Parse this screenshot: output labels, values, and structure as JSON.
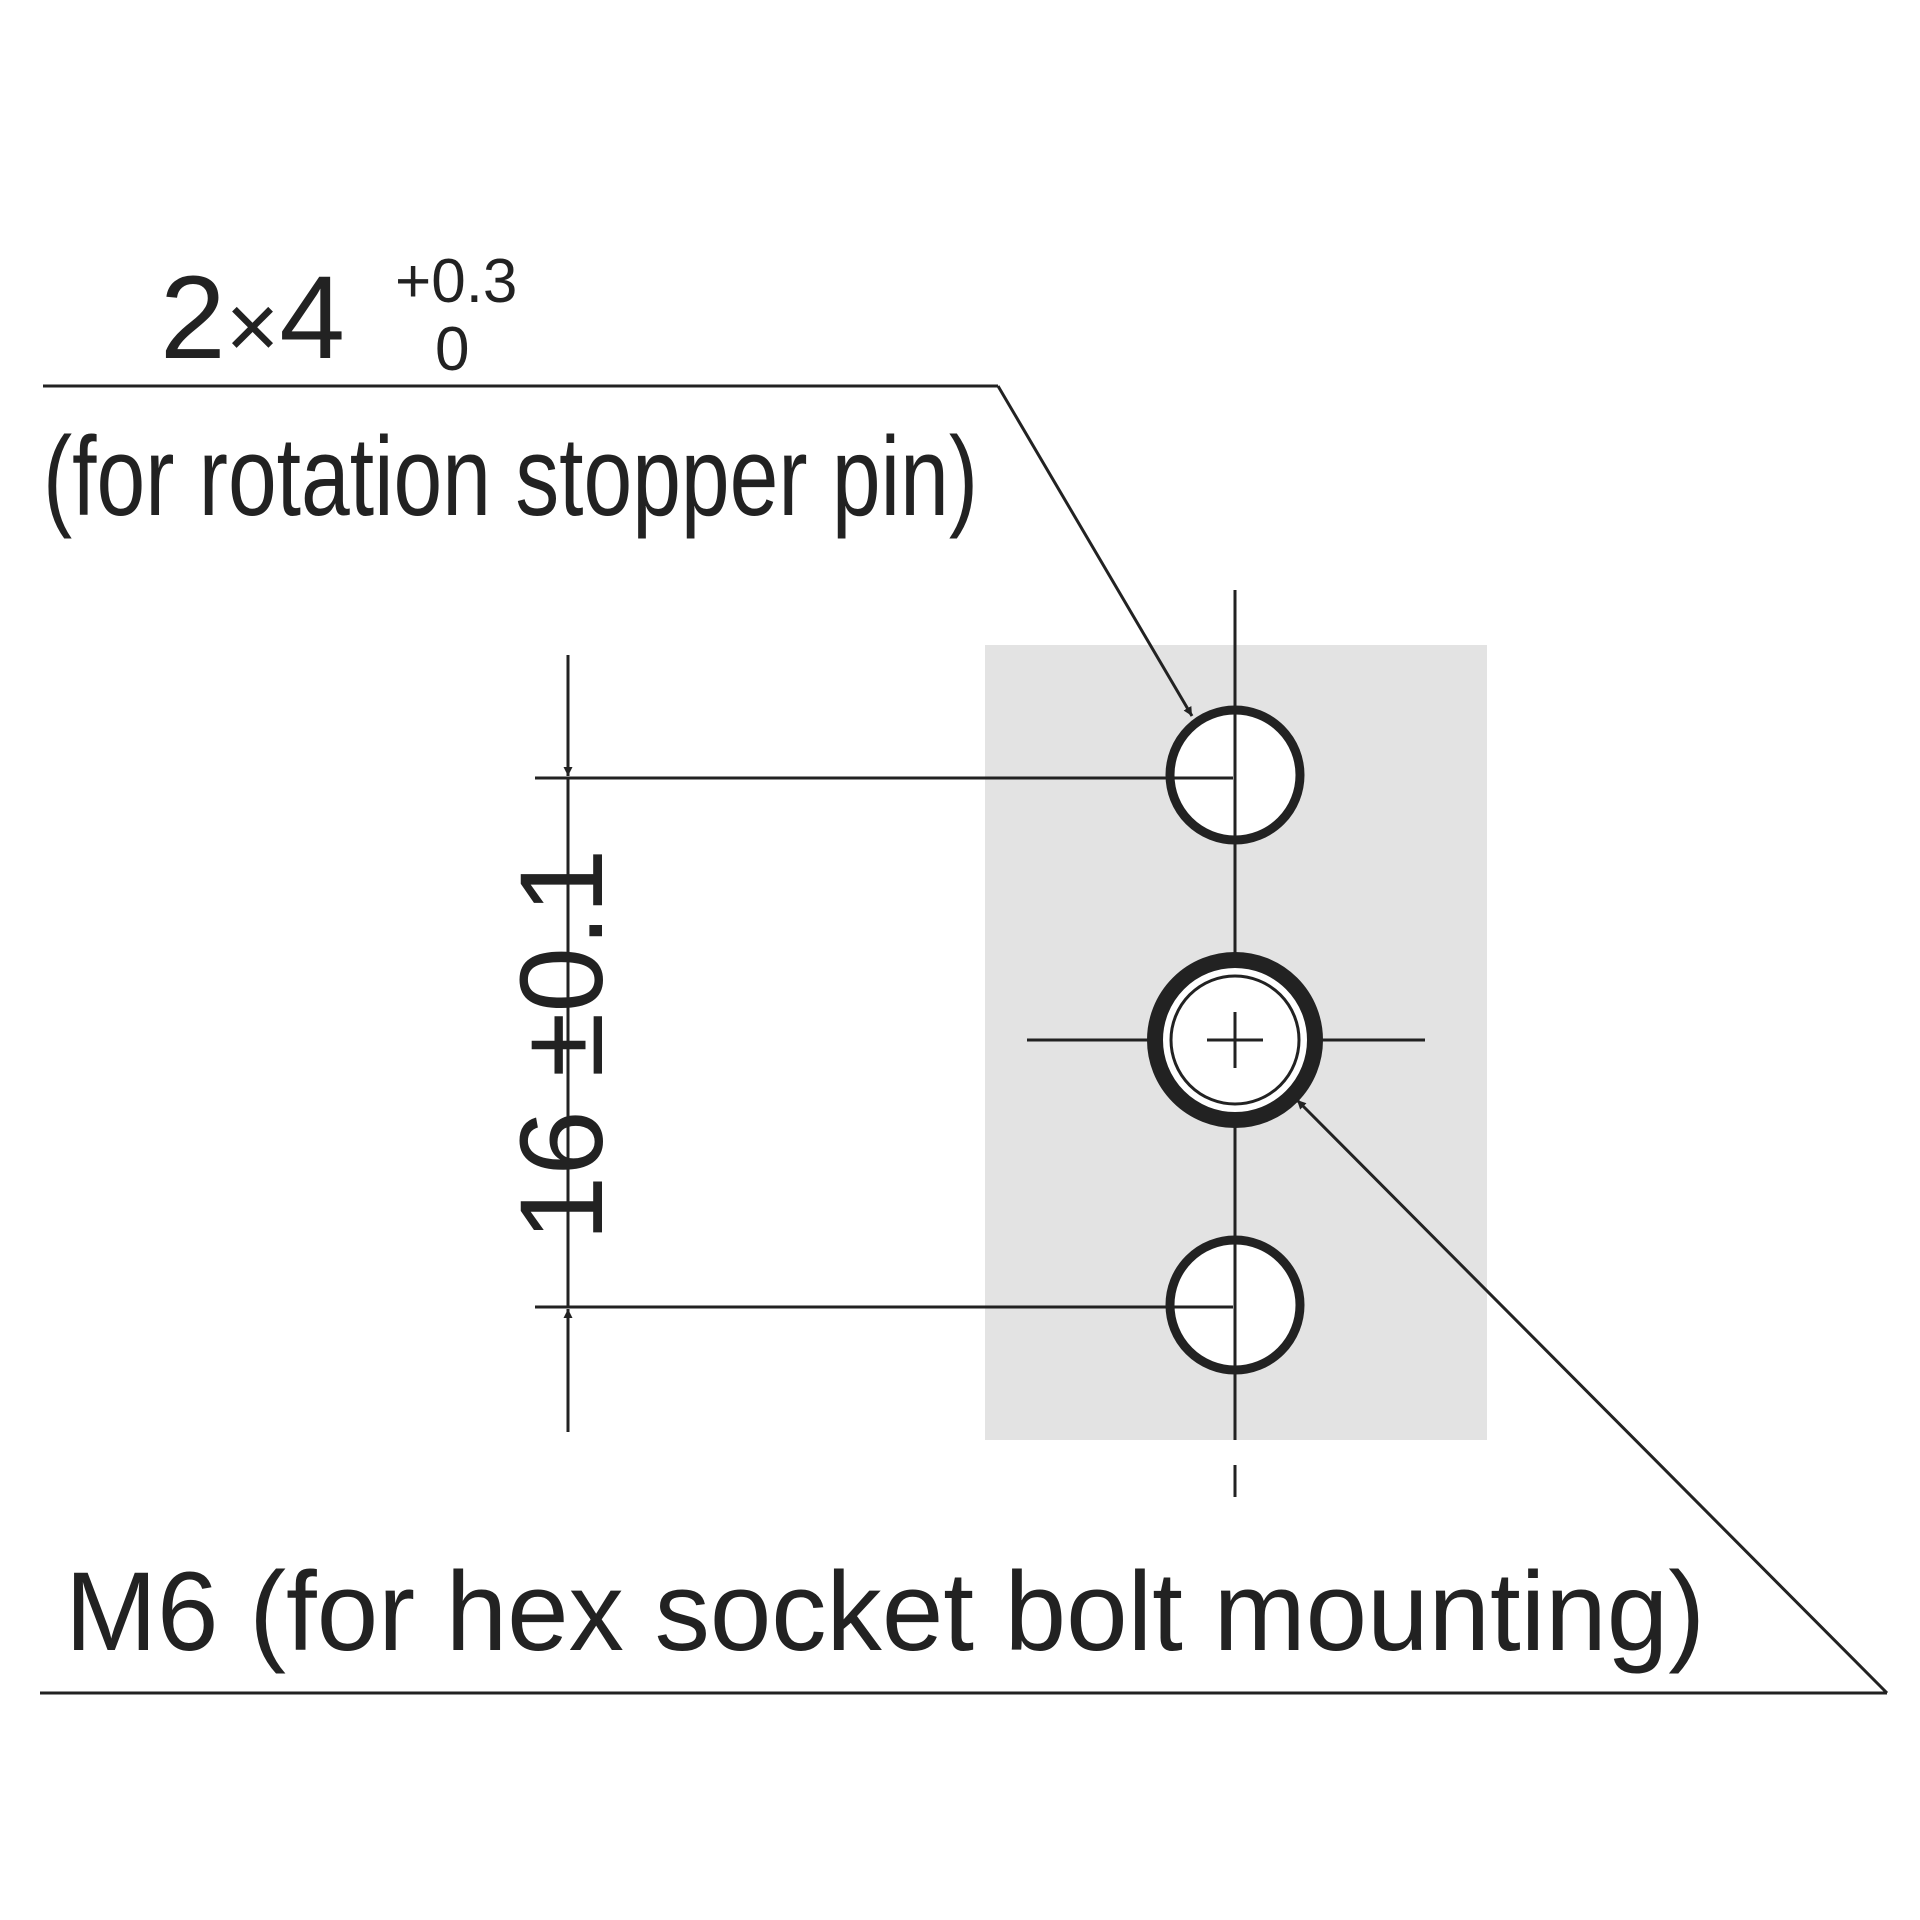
{
  "callout_top": {
    "quantity_prefix": "2",
    "times_sign": "×",
    "nominal": "4",
    "tolerance_upper": "+0.3",
    "tolerance_lower": "0",
    "description": "(for rotation stopper pin)"
  },
  "pitch_dimension": {
    "label": "16 ±0.1"
  },
  "callout_bottom": {
    "description": "M6 (for hex socket bolt mounting)"
  },
  "colors": {
    "line": "#222222",
    "plate": "#e3e3e3",
    "background": "#ffffff"
  }
}
